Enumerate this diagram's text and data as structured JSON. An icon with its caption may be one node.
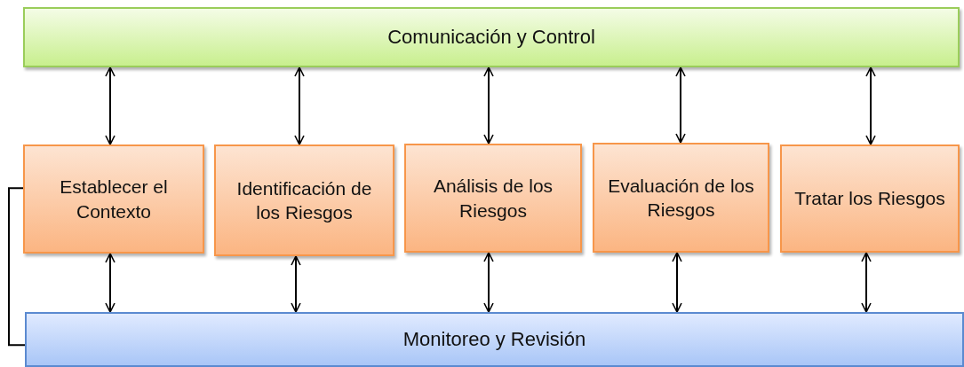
{
  "diagram": {
    "nodes": [
      {
        "text": [
          "Comunicación y Control"
        ]
      },
      {
        "text": [
          "Establecer el Contexto"
        ]
      },
      {
        "text": [
          "Identificación de los Riesgos"
        ]
      },
      {
        "text": [
          "Análisis de los Riesgos"
        ]
      },
      {
        "text": [
          "Evaluación de los Riesgos"
        ]
      },
      {
        "text": [
          "Tratar los Riesgos"
        ]
      },
      {
        "text": [
          "Monitoreo y Revisión"
        ]
      }
    ],
    "edges": [
      {
        "from": 0,
        "to": 1,
        "arrow": "both"
      },
      {
        "from": 0,
        "to": 2,
        "arrow": "both"
      },
      {
        "from": 0,
        "to": 3,
        "arrow": "both"
      },
      {
        "from": 0,
        "to": 4,
        "arrow": "both"
      },
      {
        "from": 0,
        "to": 5,
        "arrow": "both"
      },
      {
        "from": 1,
        "to": 6,
        "arrow": "both"
      },
      {
        "from": 2,
        "to": 6,
        "arrow": "both"
      },
      {
        "from": 3,
        "to": 6,
        "arrow": "both"
      },
      {
        "from": 4,
        "to": 6,
        "arrow": "both"
      },
      {
        "from": 5,
        "to": 6,
        "arrow": "both"
      },
      {
        "from": 1,
        "to": 6,
        "arrow": "none"
      }
    ]
  }
}
